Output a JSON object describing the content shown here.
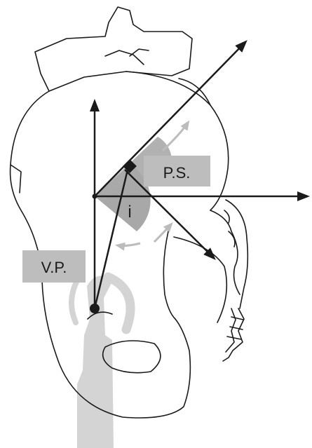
{
  "diagram": {
    "labels": {
      "ps": "P.S.",
      "vp": "V.P.",
      "angle": "i"
    },
    "colors": {
      "outline": "#1a1a1a",
      "femur": "#d4d4d4",
      "sector": "#a8a8a8",
      "label_box": "#bdbdbd",
      "rotation_arrow": "#bcbcbc",
      "background": "#ffffff"
    }
  }
}
